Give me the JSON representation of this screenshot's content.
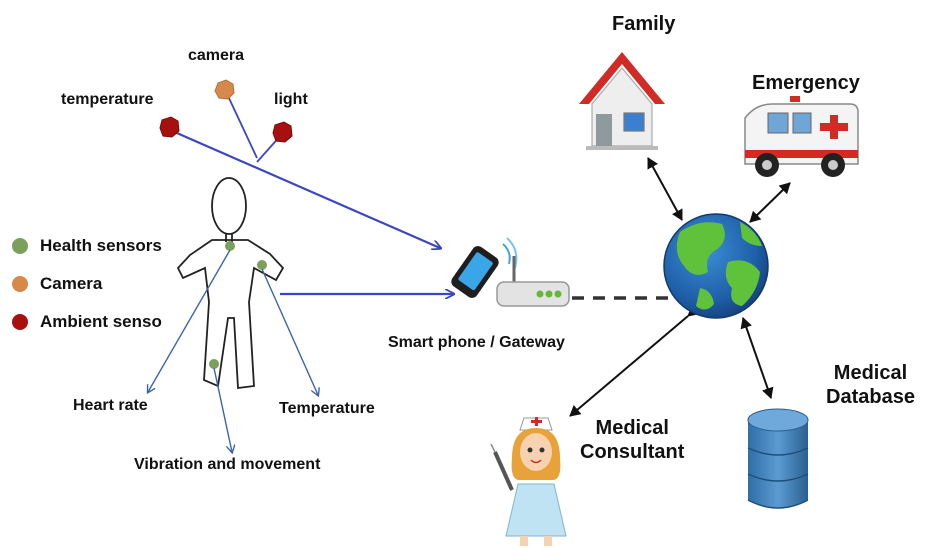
{
  "colors": {
    "health": "#7ba05b",
    "camera": "#d6894a",
    "ambient": "#a8100f",
    "arrow_blue": "#3b46c4",
    "line_blue": "#3a66a8"
  },
  "sensors": {
    "camera": "camera",
    "temperature": "temperature",
    "light": "light"
  },
  "legend": {
    "health": "Health sensors",
    "camera": "Camera",
    "ambient": "Ambient senso"
  },
  "body_labels": {
    "heart_rate": "Heart rate",
    "temperature": "Temperature",
    "vibration": "Vibration and movement"
  },
  "gateway_label": "Smart phone / Gateway",
  "nodes": {
    "family": "Family",
    "emergency": "Emergency",
    "medical_consultant": "Medical\nConsultant",
    "medical_database": "Medical\nDatabase"
  },
  "icons": [
    "house-icon",
    "ambulance-icon",
    "globe-icon",
    "smartphone-icon",
    "router-icon",
    "nurse-icon",
    "database-icon",
    "person-icon"
  ]
}
